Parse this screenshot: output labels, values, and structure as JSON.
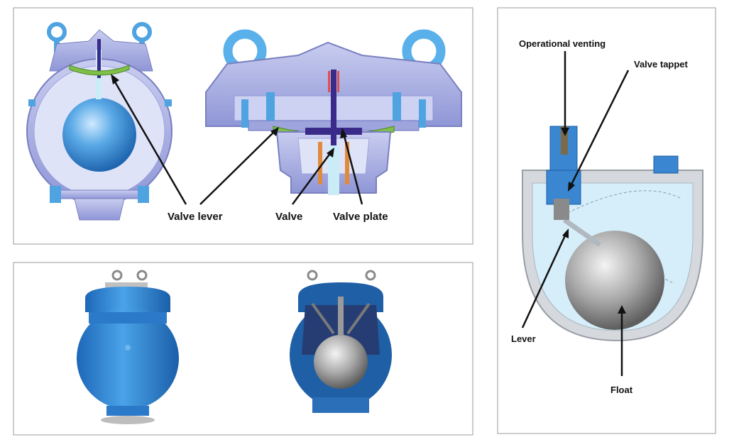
{
  "panel_top_left": {
    "labels": {
      "valve_lever": "Valve lever",
      "valve": "Valve",
      "valve_plate": "Valve plate"
    }
  },
  "panel_right": {
    "labels": {
      "operational_venting": "Operational venting",
      "valve_tappet": "Valve tappet",
      "lever": "Lever",
      "float": "Float"
    }
  },
  "colors": {
    "body_blue": "#3a8fd6",
    "light_blue": "#8ec9ee",
    "lavender": "#b3b8e6",
    "green_lever": "#7fc04a",
    "dark_purple": "#3a2a8a",
    "float_grey": "#b8b8b8",
    "border": "#9a9a9a"
  }
}
